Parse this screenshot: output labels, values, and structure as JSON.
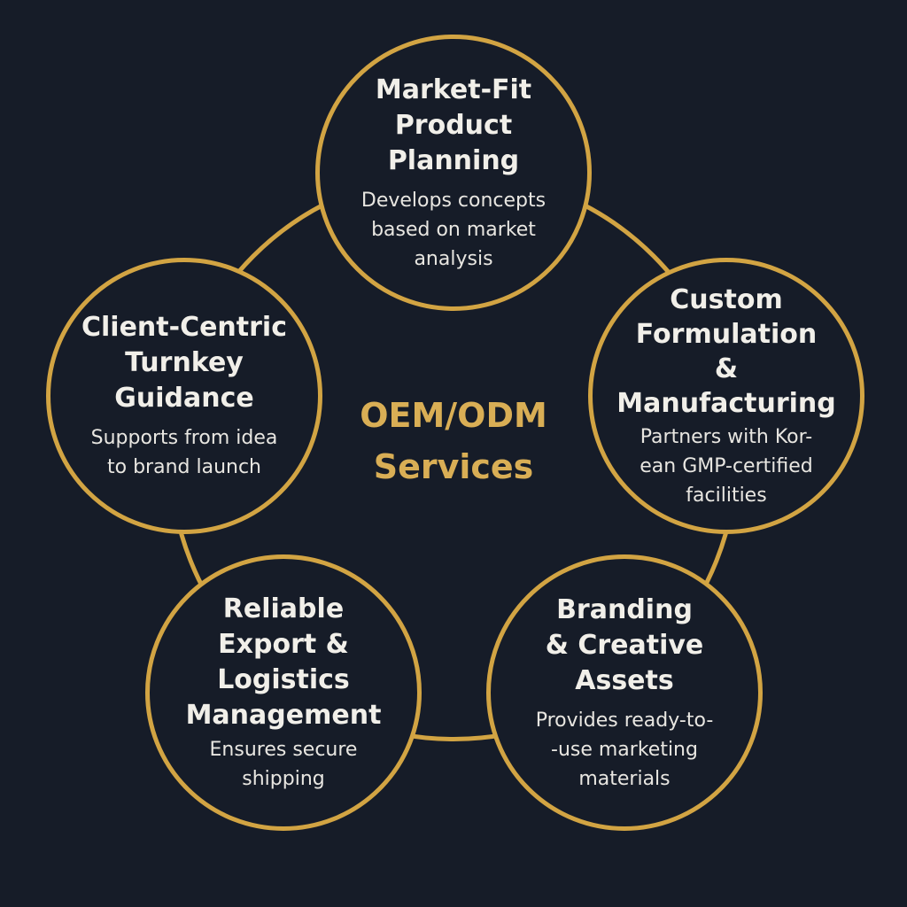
{
  "center_label": "OEM/ODM\nServices",
  "colors": {
    "background": "#161c28",
    "gold": "#d2a443",
    "text": "#f1efe9"
  },
  "nodes": [
    {
      "title": "Market-Fit\nProduct\nPlanning",
      "desc": "Develops concepts\nbased on market\nanalysis"
    },
    {
      "title": "Custom\nFormulation\n&\nManufacturing",
      "desc": "Partners with Kor-\nean GMP-certified\nfacilities"
    },
    {
      "title": "Branding\n& Creative\nAssets",
      "desc": "Provides ready-to-\n-use marketing\nmaterials"
    },
    {
      "title": "Reliable\nExport &\nLogistics\nManagement",
      "desc": "Ensures secure\nshipping"
    },
    {
      "title": "Client-Centric\nTurnkey\nGuidance",
      "desc": "Supports from idea\nto brand launch"
    }
  ]
}
